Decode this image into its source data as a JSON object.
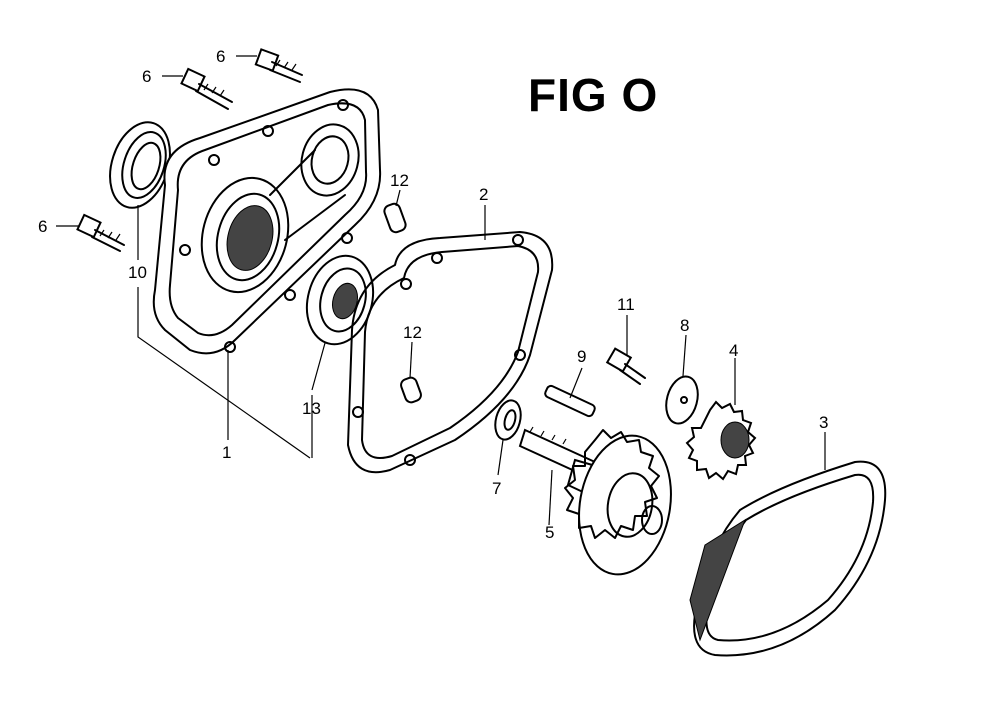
{
  "title": "FIG O",
  "callouts": {
    "c1": "1",
    "c2": "2",
    "c3": "3",
    "c4": "4",
    "c5": "5",
    "c6a": "6",
    "c6b": "6",
    "c6c": "6",
    "c7": "7",
    "c8": "8",
    "c9": "9",
    "c10": "10",
    "c11": "11",
    "c12a": "12",
    "c12b": "12",
    "c13": "13"
  }
}
